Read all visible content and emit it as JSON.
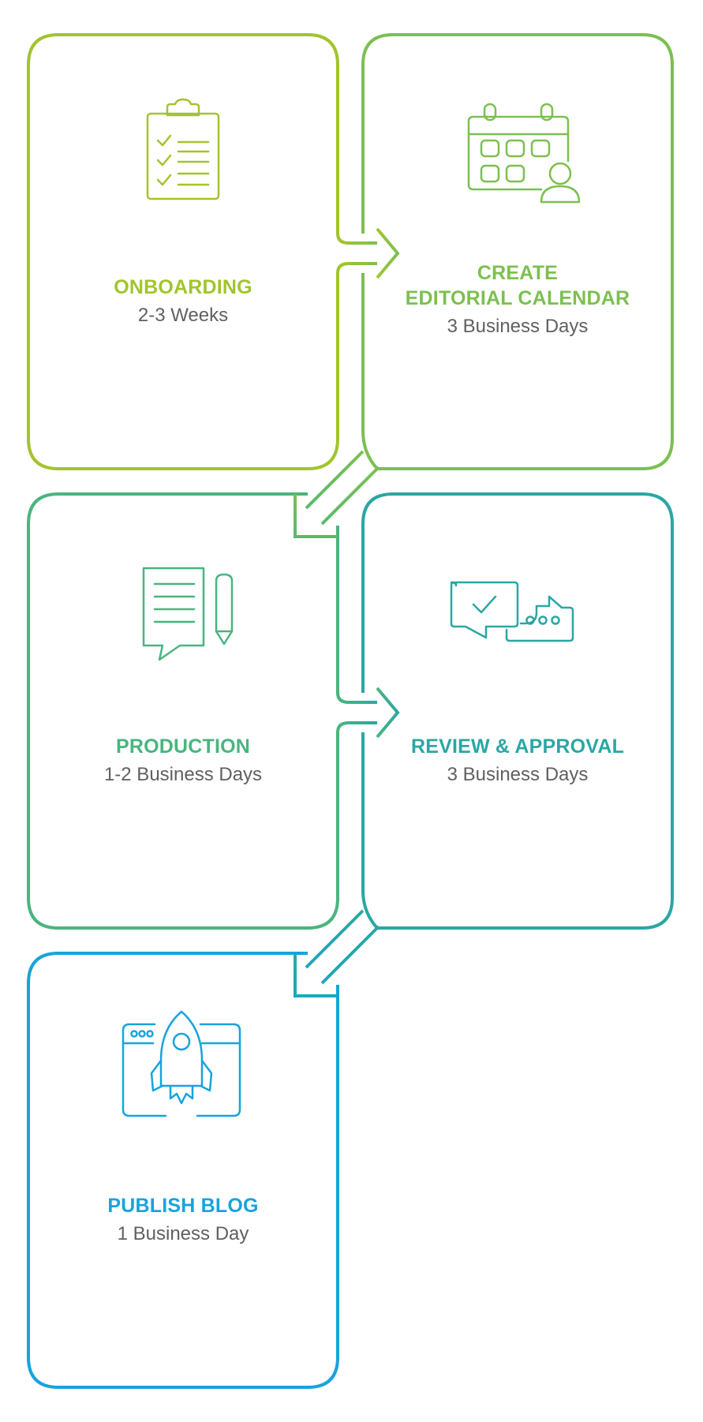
{
  "steps": [
    {
      "title": "ONBOARDING",
      "duration": "2-3 Weeks",
      "color": "#a2c42d",
      "icon": "clipboard-checklist-icon"
    },
    {
      "title": "CREATE\nEDITORIAL CALENDAR",
      "duration": "3 Business Days",
      "color": "#7cc050",
      "icon": "calendar-user-icon"
    },
    {
      "title": "PRODUCTION",
      "duration": "1-2 Business Days",
      "color": "#49b57e",
      "icon": "document-pencil-icon"
    },
    {
      "title": "REVIEW & APPROVAL",
      "duration": "3 Business Days",
      "color": "#2aa7a4",
      "icon": "chat-bubbles-icon"
    },
    {
      "title": "PUBLISH BLOG",
      "duration": "1 Business Day",
      "color": "#18a3dc",
      "icon": "browser-rocket-icon"
    }
  ]
}
